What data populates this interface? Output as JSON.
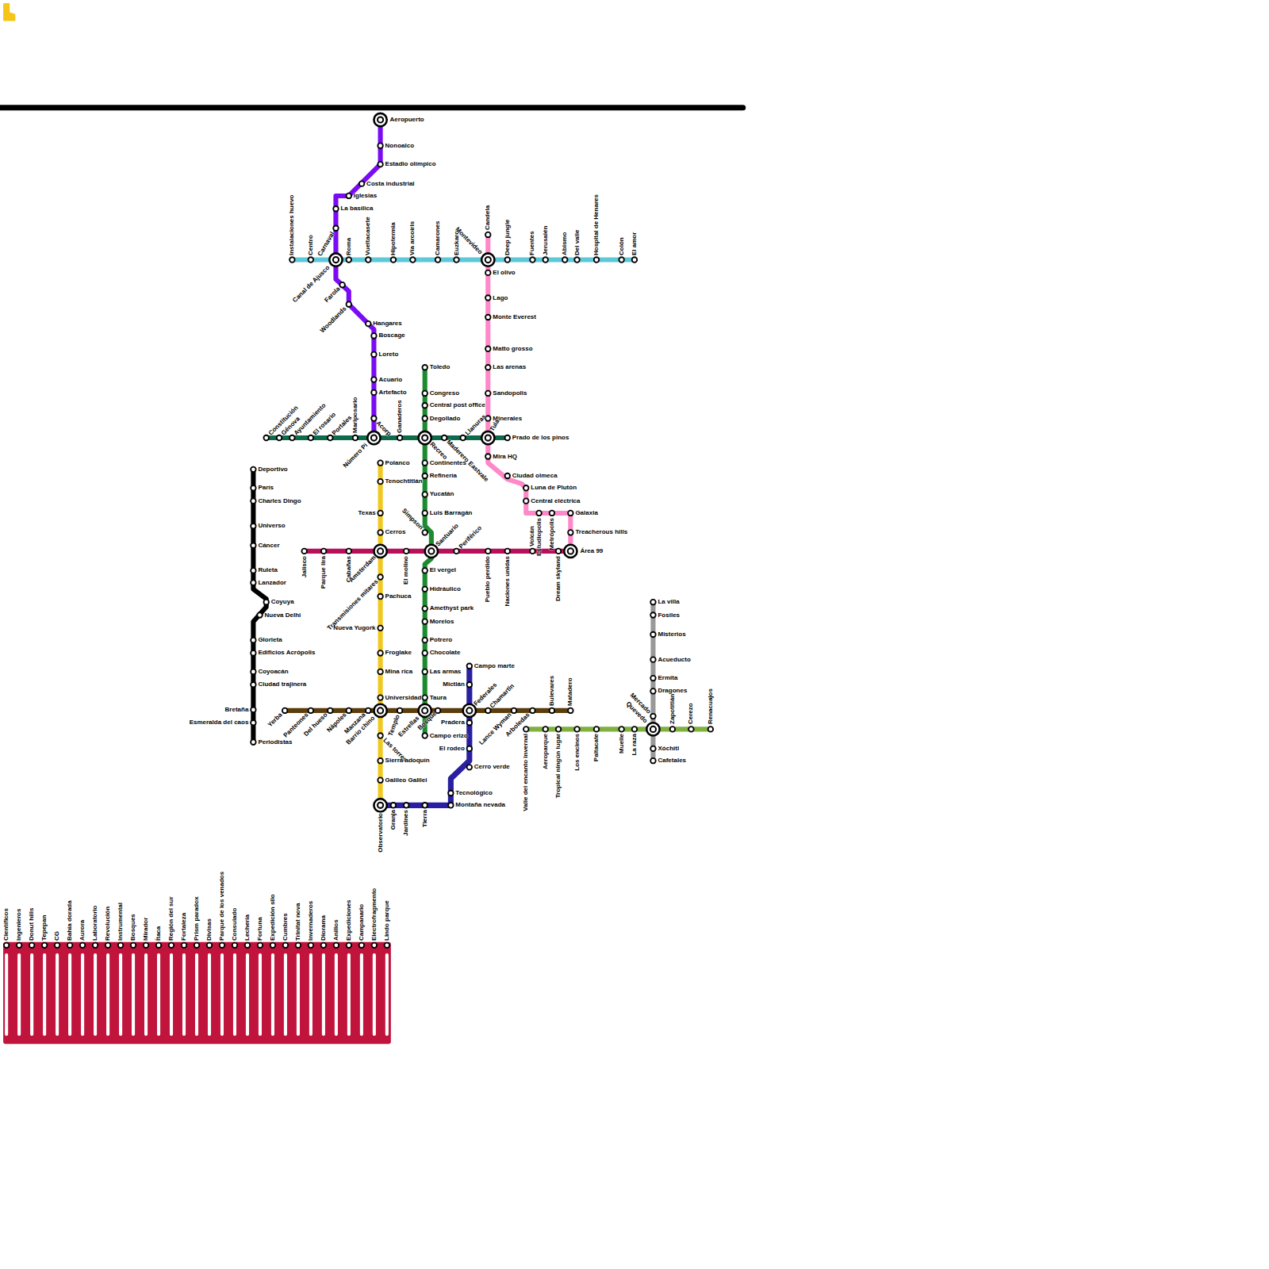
{
  "diagram": {
    "labels": [
      "Aeropuerto",
      "Nonoalco",
      "Estadio olímpico",
      "Costa industrial",
      "Iglesias",
      "La basílica",
      "Carnaval",
      "Canal de Ajusco",
      "Farola",
      "Woodlands",
      "Hangares",
      "Boscage",
      "Loreto",
      "Acuario",
      "Artefacto",
      "Acorp",
      "Número Pi",
      "Instalaciones huevo",
      "Centro",
      "Roma",
      "Vueltacasete",
      "Hipotermia",
      "Vía arcoíris",
      "Camarones",
      "Euzkaro",
      "Montevideo",
      "Candela",
      "Deep jungle",
      "Fuentes",
      "Jerusalén",
      "Abismo",
      "Del valle",
      "Hospital de Henares",
      "Colón",
      "El amor",
      "El olivo",
      "Lago",
      "Monte Everest",
      "Matto grosso",
      "Las arenas",
      "Sandopolis",
      "Minerales",
      "Tula",
      "Mira HQ",
      "Ciudad olmeca",
      "Luna de Plutón",
      "Central eléctrica",
      "Estudiopolis",
      "Metrópolis",
      "Galaxia",
      "Treacherous hills",
      "Área 99",
      "Constitución",
      "Génova",
      "Ayuntamiento",
      "El rosario",
      "Portales",
      "Mariposario",
      "Ganaderos",
      "Recreo",
      "Maderero Eastvale",
      "Llanuras",
      "Prado de los pinos",
      "Toledo",
      "Congreso",
      "Central post office",
      "Degollado",
      "Continentes",
      "Refinería",
      "Yucatán",
      "Luis Barragán",
      "Simpson",
      "Santuario",
      "El vergel",
      "Hidráulico",
      "Amethyst park",
      "Morelos",
      "Potrero",
      "Chocolate",
      "Las armas",
      "Taura",
      "Campo erizo",
      "Jalisco",
      "Parque lira",
      "Cabañas",
      "Amsterdam",
      "El molino",
      "Periférico",
      "Pueblo perdido",
      "Naciones unidas",
      "Volcán",
      "Dream skyland",
      "Polanco",
      "Tenochtitlán",
      "Texas",
      "Cerros",
      "Transmisiones mitares",
      "Pachuca",
      "Nueva Yugork",
      "Froglake",
      "Mina rica",
      "Universidad",
      "Las torres",
      "Sierra adoquín",
      "Galileo Galilei",
      "Observatorio",
      "Yerba",
      "Panteones",
      "Del hueso",
      "Nápoles",
      "Manzana",
      "Barrio chino",
      "Templo",
      "Estrellas",
      "Bosque",
      "Federales",
      "Chamartín",
      "Lance Wyman",
      "Arboledas",
      "Bulevares",
      "Matadero",
      "Campo marte",
      "Mictlán",
      "Pradera",
      "El rodeo",
      "Cerro verde",
      "Tecnológico",
      "Montaña nevada",
      "Tierra",
      "Jardines",
      "Granja",
      "Deportivo",
      "París",
      "Charles Dingo",
      "Universo",
      "Cáncer",
      "Ruleta",
      "Lanzador",
      "Coyuya",
      "Nueva Delhi",
      "Glorieta",
      "Edificios Acrópolis",
      "Coyoacán",
      "Ciudad trajinera",
      "Bretaña",
      "Esmeralda del caos",
      "Periodistas",
      "La villa",
      "Fosiles",
      "Misterios",
      "Acueducto",
      "Ermita",
      "Dragones",
      "Mercado",
      "Quevedo",
      "Xóchitl",
      "Cafetales",
      "Valle del encanto invernal",
      "Aeroparque",
      "Tropical ningún lugar",
      "Los encinos",
      "Paltacate",
      "Muelle",
      "La raza",
      "Zapotitlán",
      "Cerezo",
      "Renacuajos",
      "Científicos",
      "Ingenieros",
      "Donut hills",
      "Tepepan",
      "CG",
      "Bahía dorada",
      "Aurora",
      "Laboratorio",
      "Revolución",
      "Instrumental",
      "Bosques",
      "Mirador",
      "Ítaca",
      "Región del sur",
      "Fortaleza",
      "Prism paradox",
      "Divisas",
      "Parque de los venados",
      "Consulado",
      "Lechería",
      "Fortuna",
      "Expedición silo",
      "Cumbres",
      "Trinitat nova",
      "Invernaderos",
      "Diorama",
      "Anillos",
      "Expediciones",
      "Campanario",
      "Electrofragmento",
      "Lindo parque"
    ]
  }
}
